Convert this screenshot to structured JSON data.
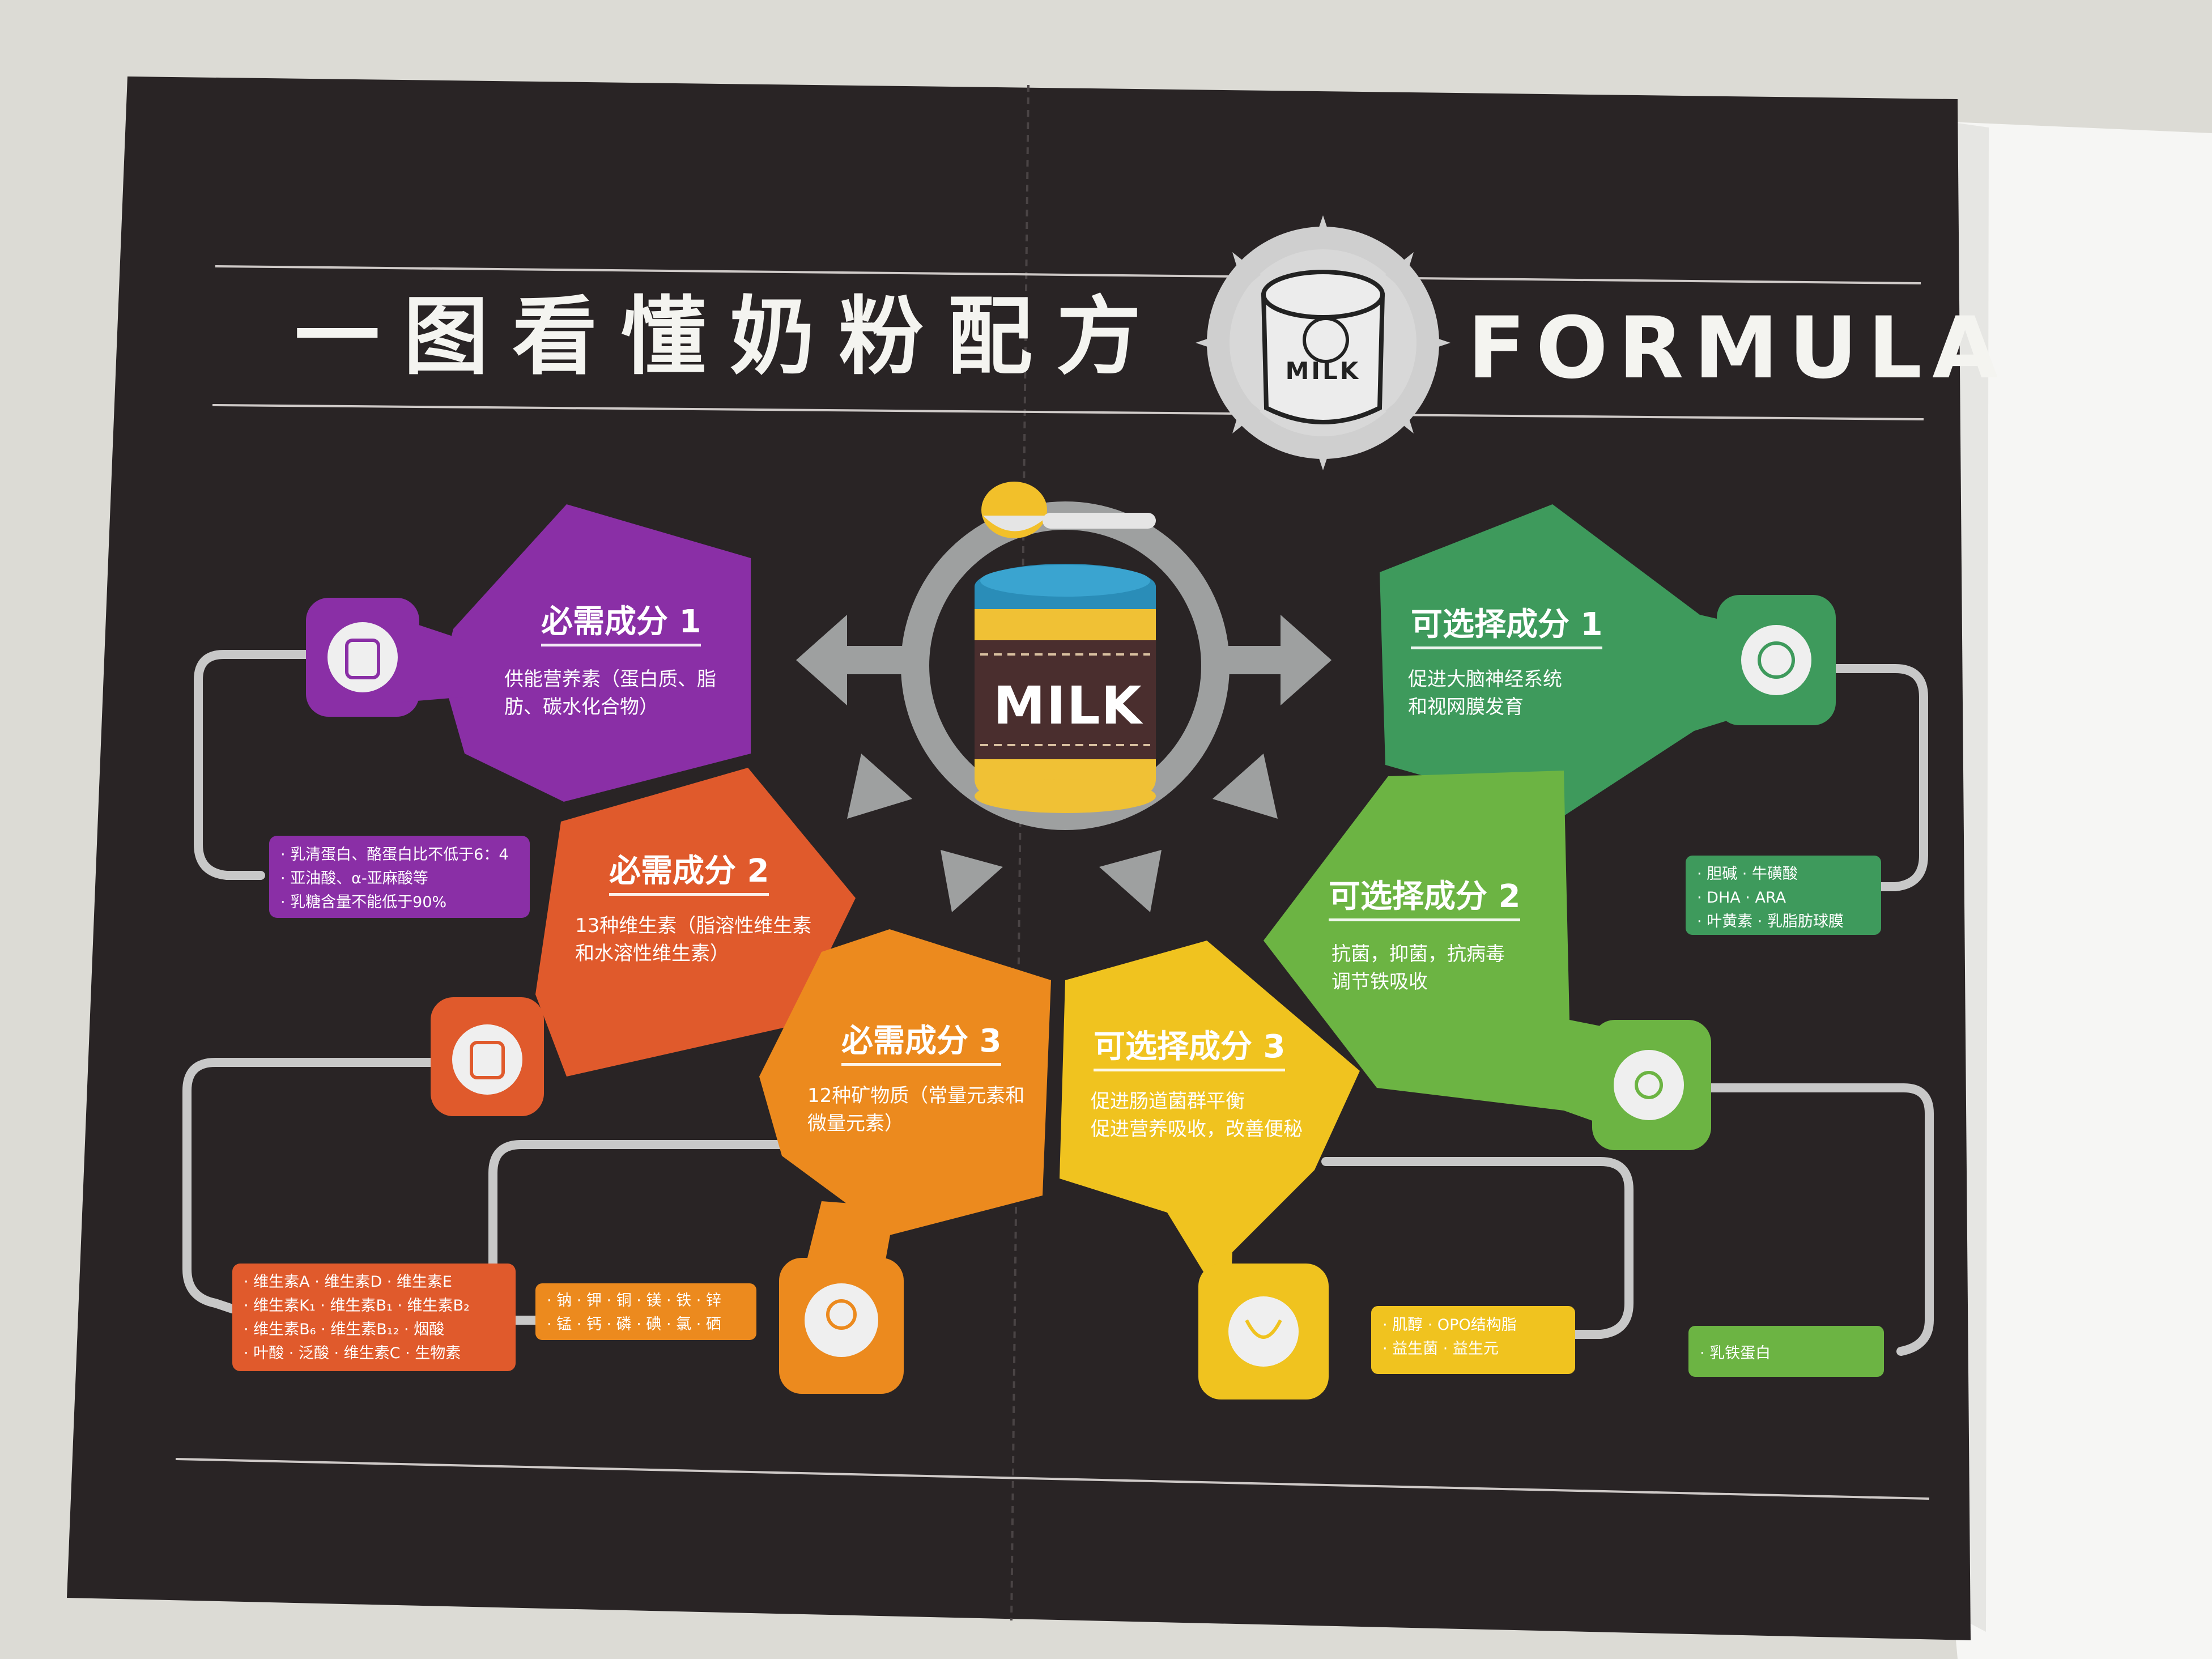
{
  "header": {
    "title_cn": "一图看懂奶粉配方",
    "title_en": "FORMULA",
    "logo_can_text": "MILK"
  },
  "center": {
    "can_label": "MILK",
    "icon": "milk-can-icon"
  },
  "essential": [
    {
      "title": "必需成分 1",
      "desc_lines": [
        "供能营养素（蛋白质、脂",
        "肪、碳水化合物）"
      ],
      "tags": [
        "· 乳清蛋白、酪蛋白比不低于6：4",
        "· 亚油酸、α-亚麻酸等",
        "· 乳糖含量不能低于90%"
      ],
      "color": "#8a2fa6",
      "icon": "baby-bottle-icon"
    },
    {
      "title": "必需成分 2",
      "desc_lines": [
        "13种维生素（脂溶性维生素",
        "和水溶性维生素）"
      ],
      "tags": [
        "· 维生素A · 维生素D · 维生素E",
        "· 维生素K₁ · 维生素B₁ · 维生素B₂",
        "· 维生素B₆ · 维生素B₁₂ · 烟酸",
        "· 叶酸 · 泛酸 · 维生素C · 生物素"
      ],
      "color": "#e05a2c",
      "icon": "baby-food-jar-icon"
    },
    {
      "title": "必需成分 3",
      "desc_lines": [
        "12种矿物质（常量元素和",
        "微量元素）"
      ],
      "tags": [
        "· 钠 · 钾 · 铜 · 镁 · 铁 · 锌",
        "· 锰 · 钙 · 磷 · 碘 · 氯 · 硒"
      ],
      "color": "#ec8a1e",
      "icon": "teddy-bear-icon"
    }
  ],
  "optional": [
    {
      "title": "可选择成分 1",
      "desc_lines": [
        "促进大脑神经系统",
        "和视网膜发育"
      ],
      "tags": [
        "· 胆碱 · 牛磺酸",
        "· DHA · ARA",
        "· 叶黄素 · 乳脂肪球膜"
      ],
      "color": "#3e9a5c",
      "icon": "baby-face-icon"
    },
    {
      "title": "可选择成分 2",
      "desc_lines": [
        "抗菌，抑菌，抗病毒",
        "调节铁吸收"
      ],
      "tags": [
        "· 乳铁蛋白"
      ],
      "color": "#6cb443",
      "icon": "pacifier-icon"
    },
    {
      "title": "可选择成分 3",
      "desc_lines": [
        "促进肠道菌群平衡",
        "促进营养吸收，改善便秘"
      ],
      "tags": [
        "· 肌醇 · OPO结构脂",
        "· 益生菌 · 益生元"
      ],
      "color": "#f0c31f",
      "icon": "bib-icon"
    }
  ]
}
